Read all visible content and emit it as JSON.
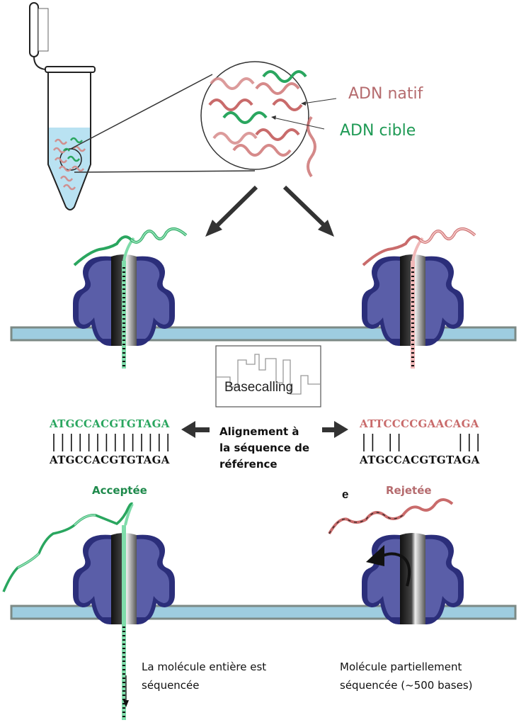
{
  "labels": {
    "native_dna": "ADN natif",
    "target_dna": "ADN cible",
    "basecalling": "Basecalling",
    "alignment": "Alignement à la séquence de référence",
    "accepted": "Acceptée",
    "rejected": "Rejetée",
    "panel_letter": "e",
    "caption_accepted": "La molécule entière est séquencée",
    "caption_rejected": "Molécule partiellement séquencée (~500 bases)"
  },
  "sequences": {
    "target_read": "ATGCCACGTGTAGA",
    "native_read": "ATTCCCCGAACAGA",
    "reference_left": "ATGCCACGTGTAGA",
    "reference_right": "ATGCCACGTGTAGA",
    "match_left": [
      1,
      1,
      1,
      1,
      1,
      1,
      1,
      1,
      1,
      1,
      1,
      1,
      1,
      1
    ],
    "match_right": [
      1,
      1,
      0,
      1,
      1,
      0,
      0,
      0,
      0,
      0,
      0,
      1,
      1,
      1
    ]
  },
  "colors": {
    "native": "#c8777a",
    "target": "#2aa65f",
    "pore": "#4d519e",
    "membrane": "#9ecde0"
  }
}
